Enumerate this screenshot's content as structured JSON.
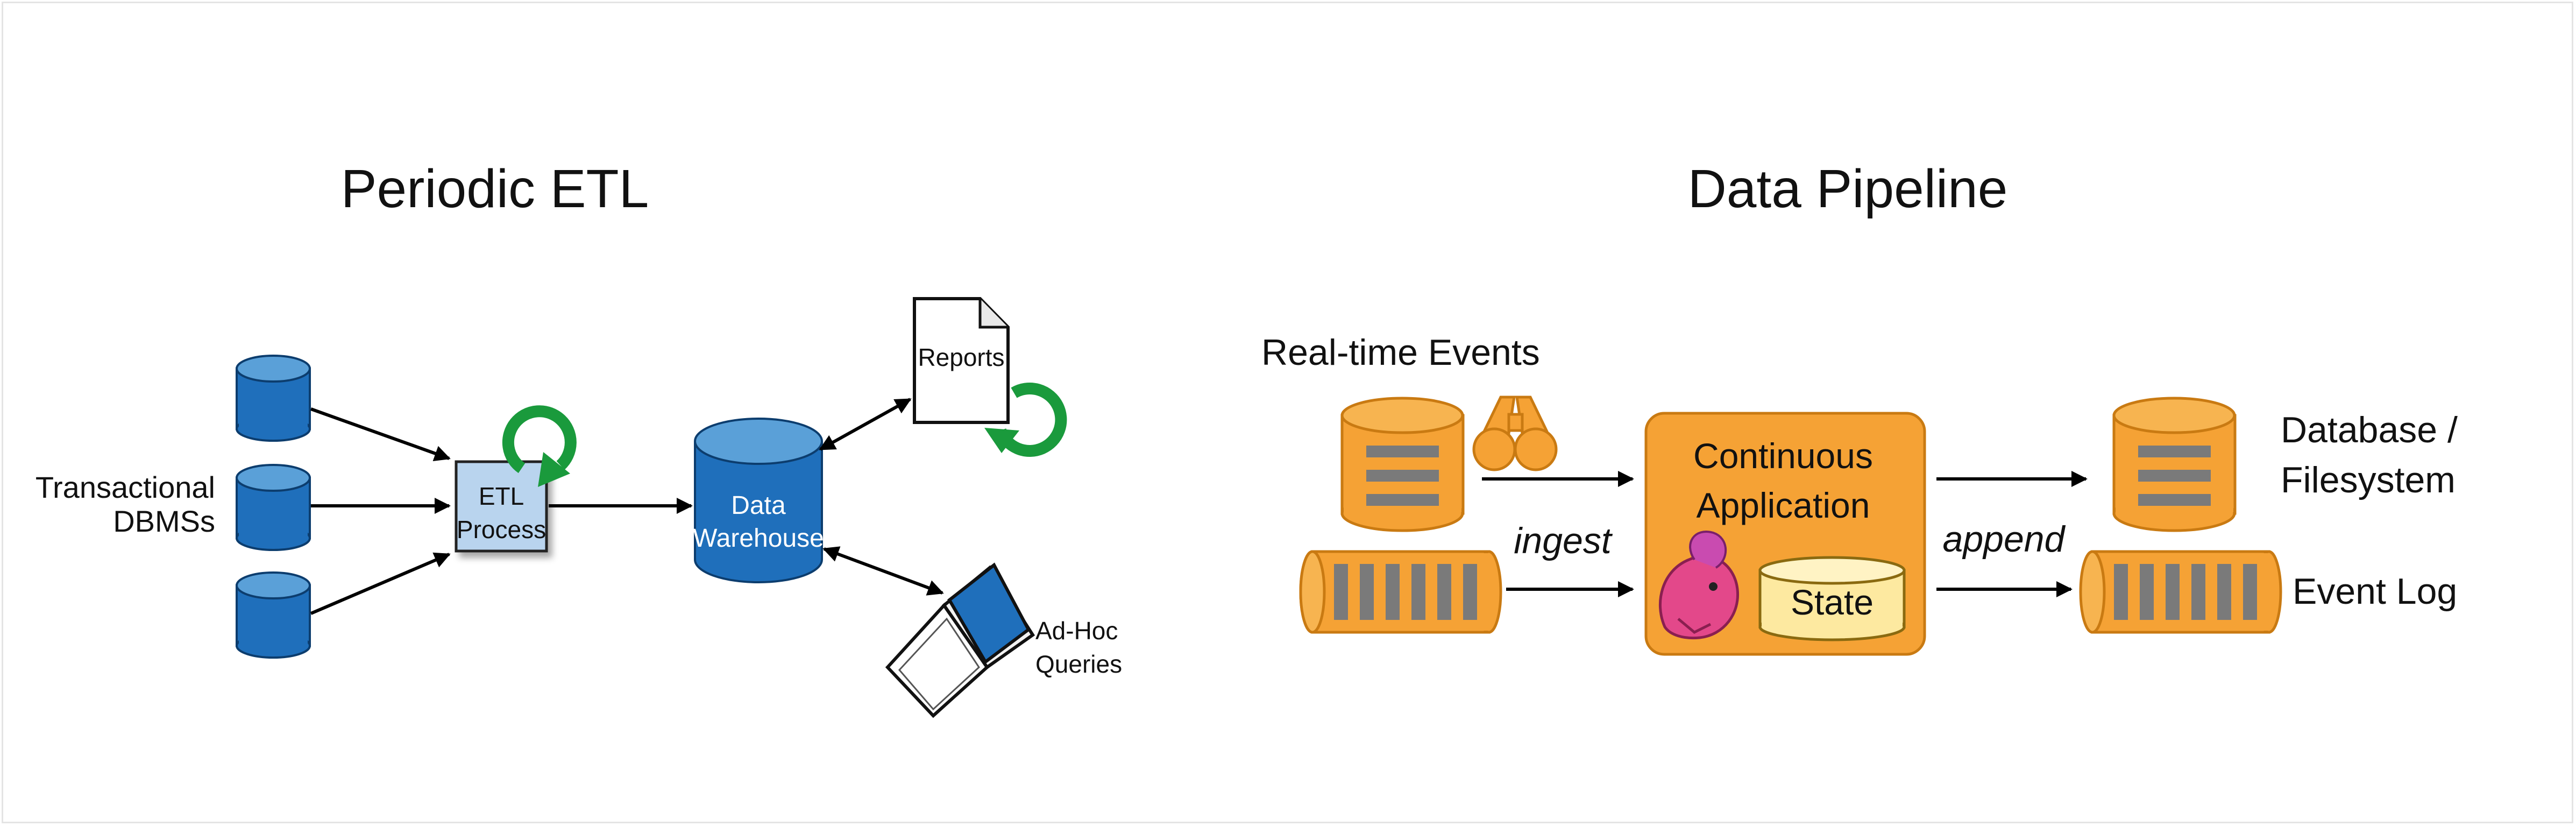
{
  "etl": {
    "title": "Periodic ETL",
    "sources_label": [
      "Transactional",
      "DBMSs"
    ],
    "etl_box": [
      "ETL",
      "Process"
    ],
    "warehouse": [
      "Data",
      "Warehouse"
    ],
    "reports": "Reports",
    "adhoc": [
      "Ad-Hoc",
      "Queries"
    ]
  },
  "pipeline": {
    "title": "Data Pipeline",
    "events_label": "Real-time Events",
    "ingest": "ingest",
    "append": "append",
    "app_box": [
      "Continuous",
      "Application"
    ],
    "state": "State",
    "sink_db": [
      "Database /",
      "Filesystem"
    ],
    "sink_log": "Event Log"
  },
  "colors": {
    "db_blue": "#1f6fbb",
    "db_blue_top": "#5aa0d8",
    "etl_box": "#b9d4ee",
    "refresh_green": "#1a9a3c",
    "orange": "#f5a235",
    "orange_dark": "#c97a12",
    "state_yellow": "#fde9a0",
    "stripe_gray": "#7a7a7a"
  },
  "icons": [
    "database-icon",
    "refresh-icon",
    "document-icon",
    "laptop-icon",
    "binoculars-icon",
    "squirrel-icon",
    "log-cylinder-icon"
  ]
}
